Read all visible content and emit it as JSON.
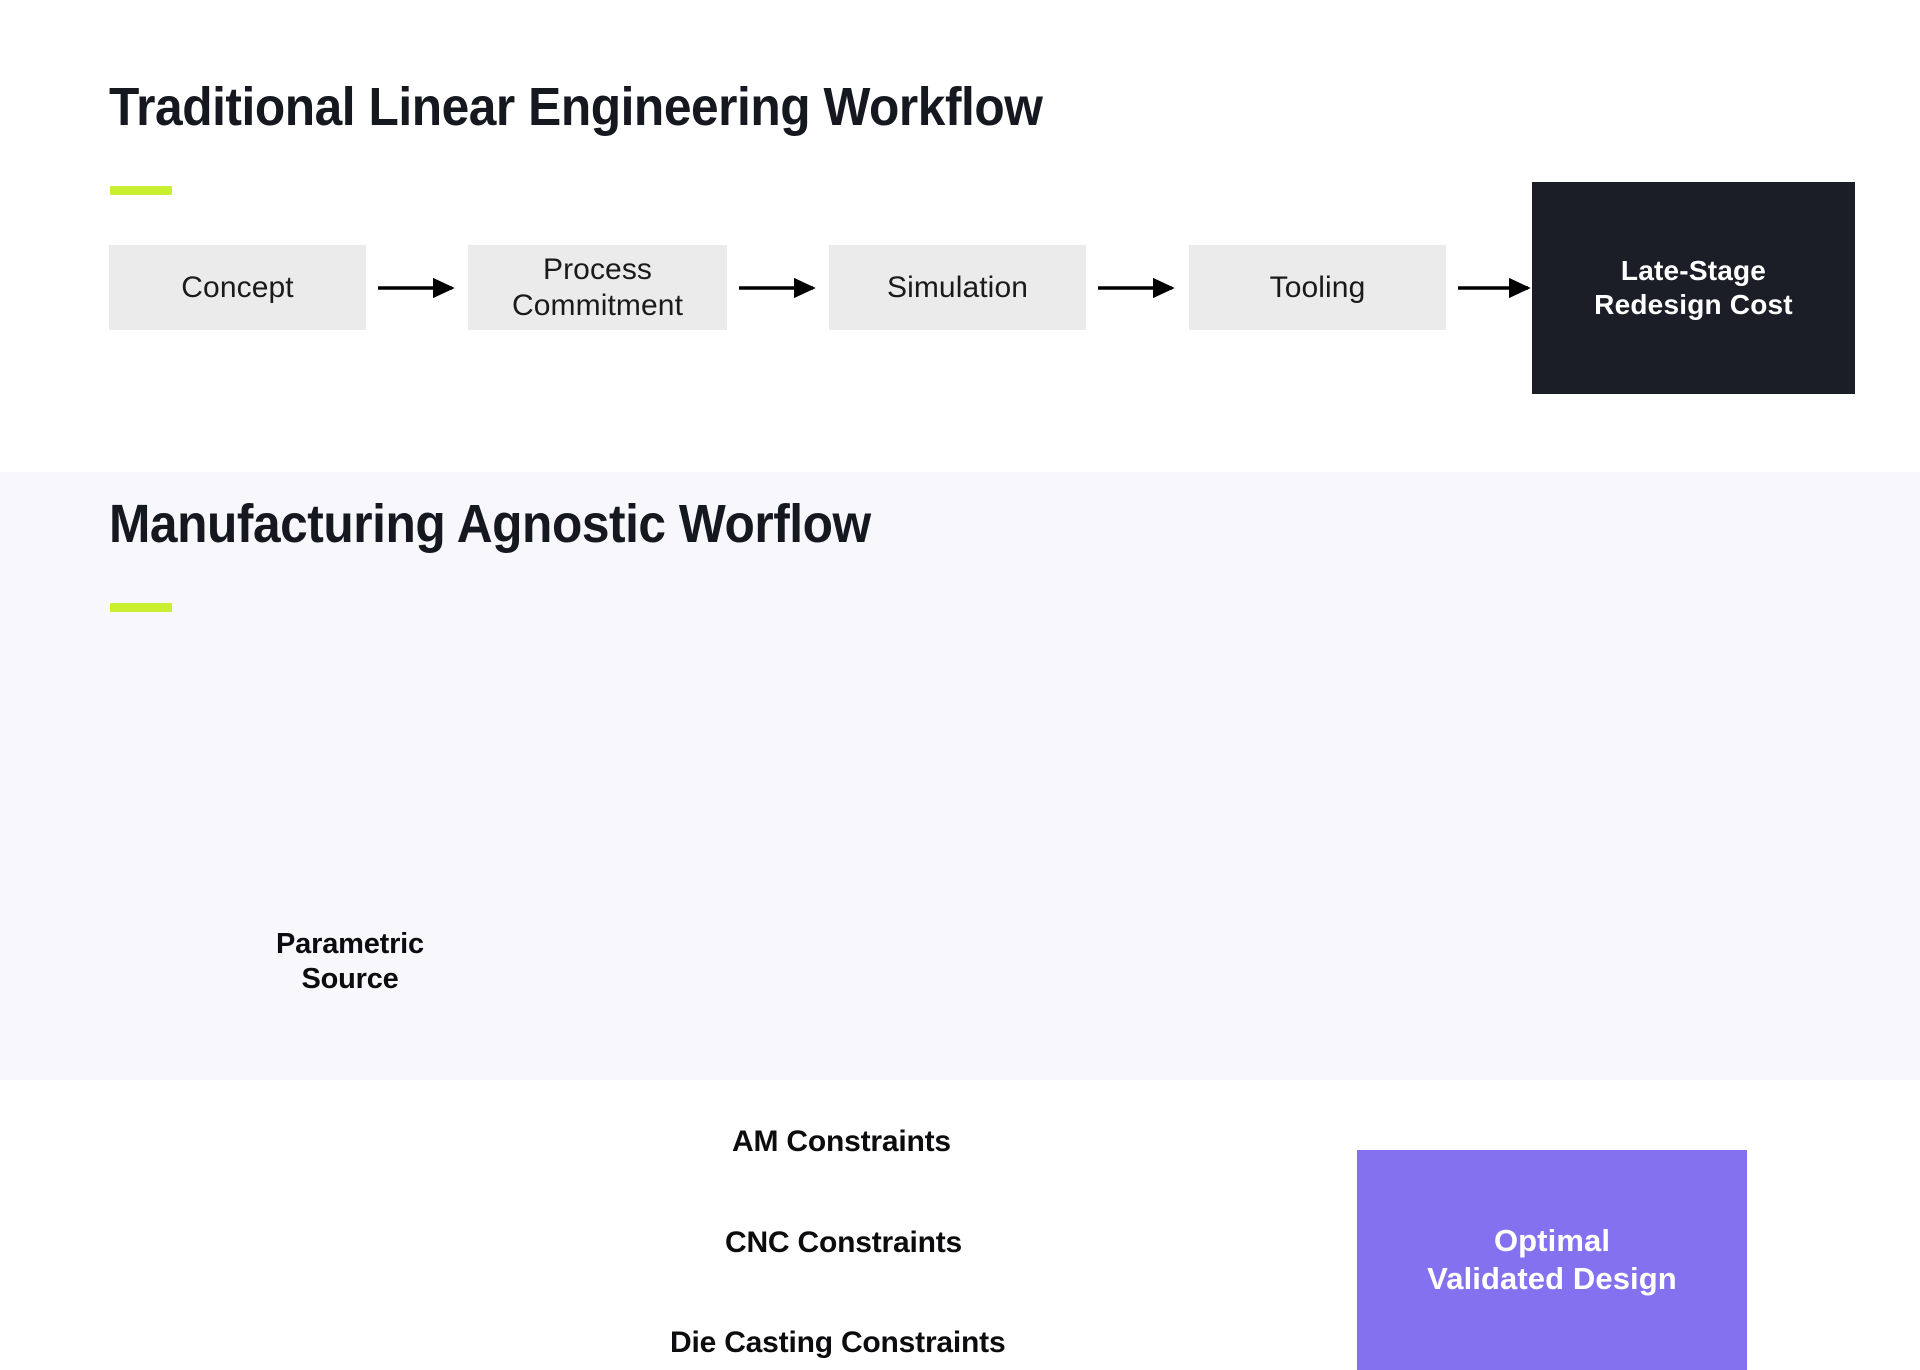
{
  "theme": {
    "accent_lime": "#C8F031",
    "accent_purple": "#8371F0",
    "dark_box": "#1B1E26",
    "grey_box": "#EBEBEB",
    "top_bg": "#FFFFFF",
    "bottom_bg": "#F7F7FC",
    "text_dark": "#16181F"
  },
  "top_section": {
    "heading": "Traditional Linear Engineering Workflow",
    "steps": [
      {
        "label": "Concept",
        "kind": "grey"
      },
      {
        "label": "Process\nCommitment",
        "line1": "Process",
        "line2": "Commitment",
        "kind": "grey"
      },
      {
        "label": "Simulation",
        "kind": "grey"
      },
      {
        "label": "Tooling",
        "kind": "grey"
      }
    ],
    "outcome": {
      "line1": "Late-Stage",
      "line2": "Redesign Cost",
      "kind": "dark"
    },
    "arrow_count": 4,
    "arrow_color": "#000000"
  },
  "bottom_section": {
    "heading": "Manufacturing Agnostic Worflow",
    "source": {
      "icon": "parametric-source-node-icon",
      "line1": "Parametric",
      "line2": "Source"
    },
    "constraints": [
      {
        "label": "AM Constraints"
      },
      {
        "label": "CNC Constraints"
      },
      {
        "label": "Die Casting Constraints"
      }
    ],
    "outcome": {
      "line1": "Optimal",
      "line2": "Validated Design"
    },
    "branch_color": "#8371F0",
    "merge_color": "#8371F0"
  }
}
